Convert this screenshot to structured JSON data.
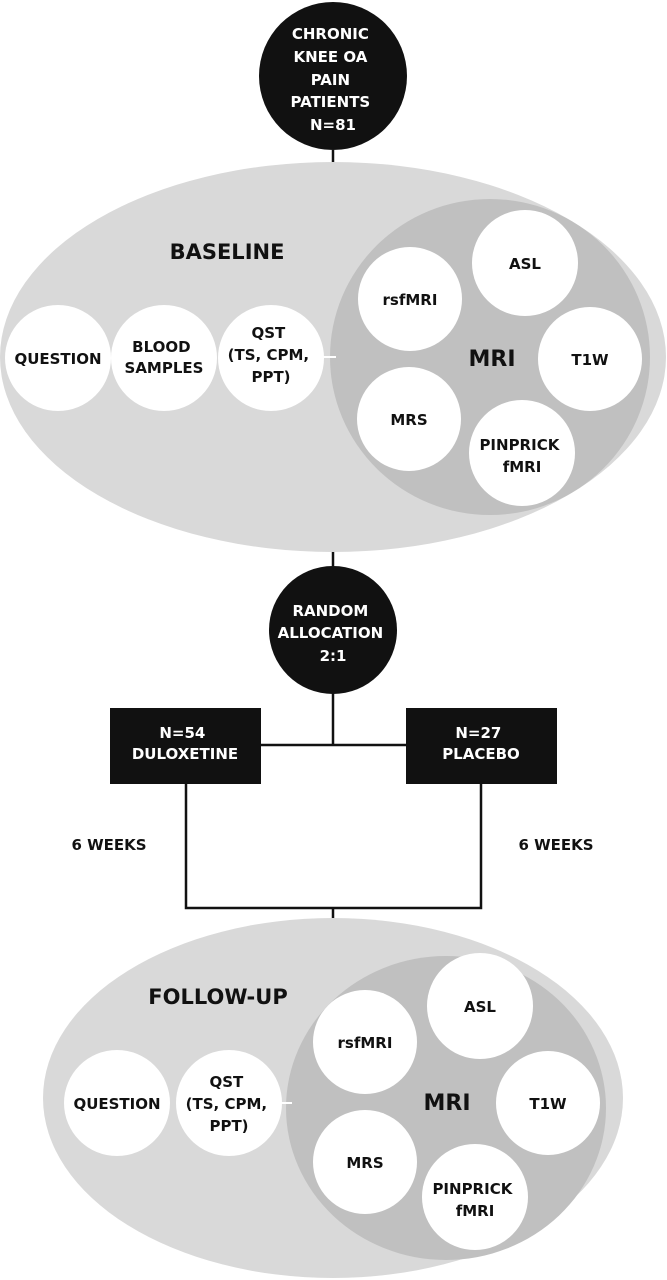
{
  "start_node": {
    "lines": [
      "CHRONIC",
      "KNEE OA",
      "PAIN",
      "PATIENTS",
      "N=81"
    ]
  },
  "baseline": {
    "title": "BASELINE",
    "question": "QUESTION",
    "blood": [
      "BLOOD",
      "SAMPLES"
    ],
    "qst": [
      "QST",
      "(TS, CPM,",
      "PPT)"
    ],
    "mri": {
      "label": "MRI",
      "rsfmri": "rsfMRI",
      "asl": "ASL",
      "t1w": "T1W",
      "mrs": "MRS",
      "pinprick": [
        "PINPRICK",
        "fMRI"
      ]
    }
  },
  "randomization": {
    "lines": [
      "RANDOM",
      "ALLOCATION",
      "2:1"
    ]
  },
  "arms": {
    "duloxetine": [
      "N=54",
      "DULOXETINE"
    ],
    "placebo": [
      "N=27",
      "PLACEBO"
    ],
    "duration_left": "6 WEEKS",
    "duration_right": "6 WEEKS"
  },
  "followup": {
    "title": "FOLLOW-UP",
    "question": "QUESTION",
    "qst": [
      "QST",
      "(TS, CPM,",
      "PPT)"
    ],
    "mri": {
      "label": "MRI",
      "rsfmri": "rsfMRI",
      "asl": "ASL",
      "t1w": "T1W",
      "mrs": "MRS",
      "pinprick": [
        "PINPRICK",
        "fMRI"
      ]
    }
  },
  "colors": {
    "outer_ellipse": "#d9d9d9",
    "mri_ellipse": "#c0c0c0",
    "node_fill": "#ffffff",
    "dark": "#111111",
    "line": "#111111"
  }
}
